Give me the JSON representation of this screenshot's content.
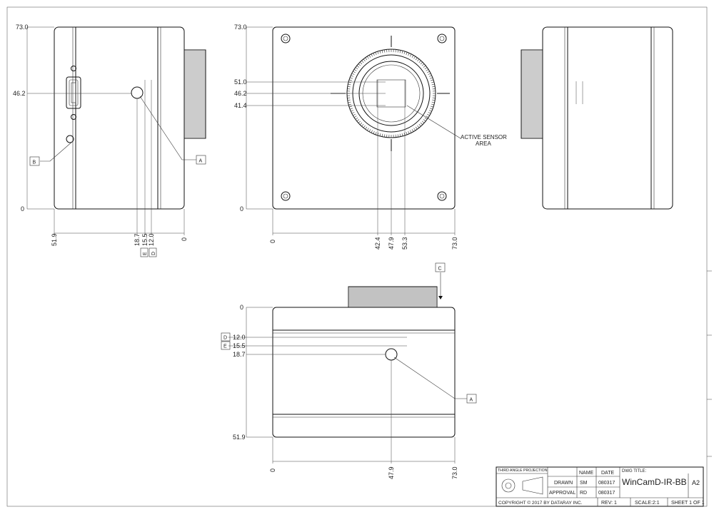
{
  "dimensions": {
    "left_view": {
      "vertical": [
        "73.0",
        "46.2",
        "0"
      ],
      "horizontal": [
        "51.9",
        "18.7",
        "15.5",
        "12.0",
        "0"
      ]
    },
    "front_view": {
      "vertical": [
        "73.0",
        "51.0",
        "46.2",
        "41.4",
        "0"
      ],
      "horizontal": [
        "0",
        "42.4",
        "47.9",
        "53.3",
        "73.0"
      ]
    },
    "bottom_view": {
      "vertical": [
        "0",
        "12.0",
        "15.5",
        "18.7",
        "51.9"
      ],
      "horizontal": [
        "0",
        "47.9",
        "73.0"
      ]
    }
  },
  "datums": {
    "A": "A",
    "B": "B",
    "C": "C",
    "D": "D",
    "E": "E"
  },
  "annotations": {
    "sensor_line1": "ACTIVE SENSOR",
    "sensor_line2": "AREA"
  },
  "title_block": {
    "projection": "THIRD ANGLE PROJECTION",
    "col_name": "NAME",
    "col_date": "DATE",
    "drawn_label": "DRAWN",
    "drawn_name": "SM",
    "drawn_date": "080317",
    "approval_label": "APPROVAL",
    "approval_name": "RD",
    "approval_date": "080317",
    "dwg_title_label": "DWG TITLE:",
    "dwg_title": "WinCamD-IR-BB",
    "size": "A2",
    "copyright": "COPYRIGHT © 2017 BY DATARAY INC.",
    "rev": "REV:  1",
    "scale": "SCALE:2:1",
    "sheet": "SHEET 1 OF 1"
  }
}
